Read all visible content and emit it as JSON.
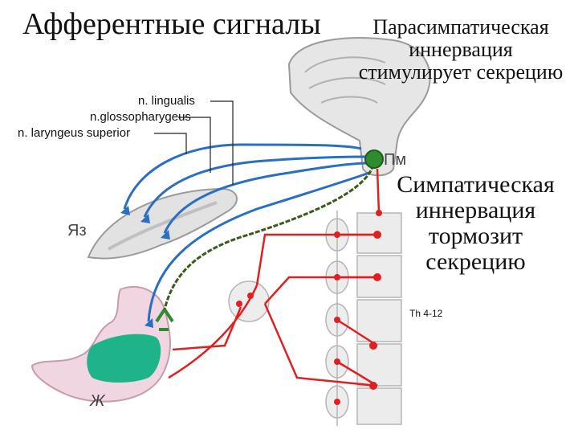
{
  "titles": {
    "afferent": "Афферентные сигналы",
    "parasympathetic": "Парасимпатическая иннервация стимулирует секрецию",
    "sympathetic": "Симпатическая иннервация тормозит секрецию"
  },
  "nerve_labels": {
    "lingualis": "n. lingualis",
    "glossopharyngeus": "n.glossopharygeus",
    "laryngeus": "n. laryngeus superior"
  },
  "structure_labels": {
    "medulla": "Пм",
    "tongue": "Яз",
    "stomach": "Ж",
    "spinal_segment": "Th 4-12"
  },
  "colors": {
    "afferent": "#2a6fc2",
    "parasympathetic": "#3a5a1a",
    "sympathetic": "#e02020",
    "stomach_fill": "#1fb38a",
    "node": "#2e8b2e"
  }
}
